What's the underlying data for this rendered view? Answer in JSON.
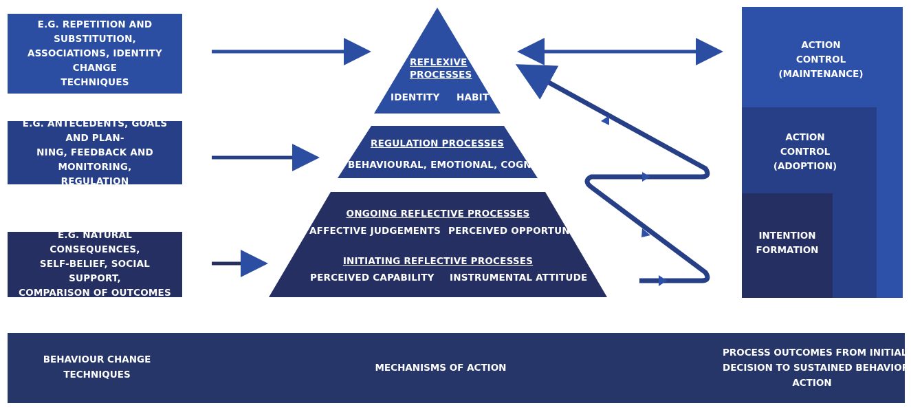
{
  "techniques": {
    "box1": [
      "E.G. REPETITION AND SUBSTITUTION,",
      "ASSOCIATIONS, IDENTITY CHANGE",
      "TECHNIQUES"
    ],
    "box2": [
      "E.G. ANTECEDENTS, GOALS AND PLAN-",
      "NING, FEEDBACK AND MONITORING,",
      "REGULATION"
    ],
    "box3": [
      "E.G. NATURAL CONSEQUENCES,",
      "SELF-BELIEF, SOCIAL SUPPORT,",
      "COMPARISON OF OUTCOMES"
    ]
  },
  "pyramid": {
    "reflexive": {
      "title_line1": "REFLEXIVE",
      "title_line2": "PROCESSES",
      "left": "IDENTITY",
      "right": "HABIT"
    },
    "regulation": {
      "title": "REGULATION PROCESSES",
      "subtitle": "BEHAVIOURAL, EMOTIONAL, COGNITIVE"
    },
    "reflective": {
      "ongoing_title": "ONGOING REFLECTIVE PROCESSES",
      "ongoing_left": "AFFECTIVE JUDGEMENTS",
      "ongoing_right": "PERCEIVED OPPORTUNITY",
      "initiating_title": "INITIATING REFLECTIVE PROCESSES",
      "initiating_left": "PERCEIVED CAPABILITY",
      "initiating_right": "INSTRUMENTAL ATTITUDE"
    }
  },
  "outcomes": {
    "maintenance": [
      "ACTION",
      "CONTROL",
      "(MAINTENANCE)"
    ],
    "adoption": [
      "ACTION",
      "CONTROL",
      "(ADOPTION)"
    ],
    "intention": [
      "INTENTION",
      "FORMATION"
    ]
  },
  "footer": {
    "left": [
      "BEHAVIOUR CHANGE",
      "TECHNIQUES"
    ],
    "center": "MECHANISMS OF ACTION",
    "right": [
      "PROCESS OUTCOMES FROM INITIAL",
      "DECISION TO SUSTAINED BEHAVIORAL",
      "ACTION"
    ]
  },
  "colors": {
    "blue_bright": "#2d51a8",
    "blue_mid": "#263f86",
    "navy": "#252f62",
    "arrow": "#2b4ea3"
  }
}
